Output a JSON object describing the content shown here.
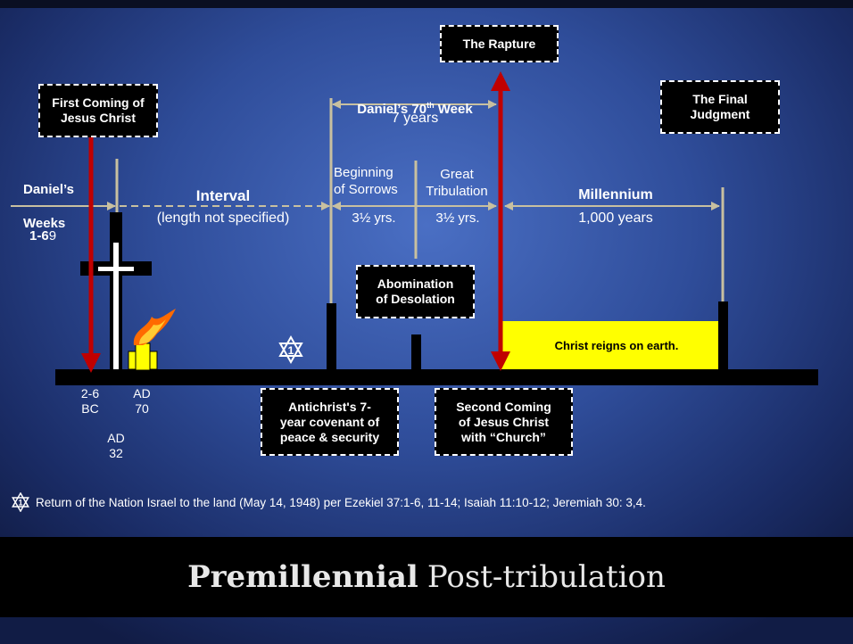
{
  "title": {
    "bold": "Premillennial",
    "rest": "Post-tribulation"
  },
  "boxes": {
    "rapture": "The Rapture",
    "first_coming": "First Coming of\nJesus Christ",
    "final_judgment": "The Final\nJudgment",
    "abomination": "Abomination\nof Desolation",
    "antichrist": "Antichrist's 7-\nyear covenant of\npeace & security",
    "second_coming": "Second Coming\nof Jesus Christ\nwith “Church”"
  },
  "labels": {
    "daniels_70th_week": "Daniel’s 70",
    "daniels_70th_sup": "th",
    "daniels_70th_week_tail": " Week",
    "seven_years": "7 years",
    "daniels_weeks_1": "Daniel’s",
    "daniels_weeks_2": "Weeks",
    "daniels_weeks_3_bold": "1-6",
    "daniels_weeks_3_rest": "9",
    "interval": "Interval",
    "interval_note": "(length not specified)",
    "beginning_of_sorrows": "Beginning\nof Sorrows",
    "bos_years": "3½ yrs.",
    "great_tribulation": "Great\nTribulation",
    "gt_years": "3½ yrs.",
    "millennium": "Millennium",
    "millennium_years": "1,000 years",
    "christ_reigns": "Christ reigns on earth.",
    "bc": "2-6\nBC",
    "ad70": "AD\n70",
    "ad32": "AD\n32",
    "star_number": "1"
  },
  "footnote": "Return of the Nation Israel to the land (May 14, 1948) per Ezekiel 37:1-6, 11-14; Isaiah 11:10-12; Jeremiah 30: 3,4.",
  "colors": {
    "arrow_red": "#c00000",
    "yellow": "#ffff00",
    "timeline": "#000000",
    "guide_line": "#c8c0a0",
    "flame": "#ff6a00"
  }
}
